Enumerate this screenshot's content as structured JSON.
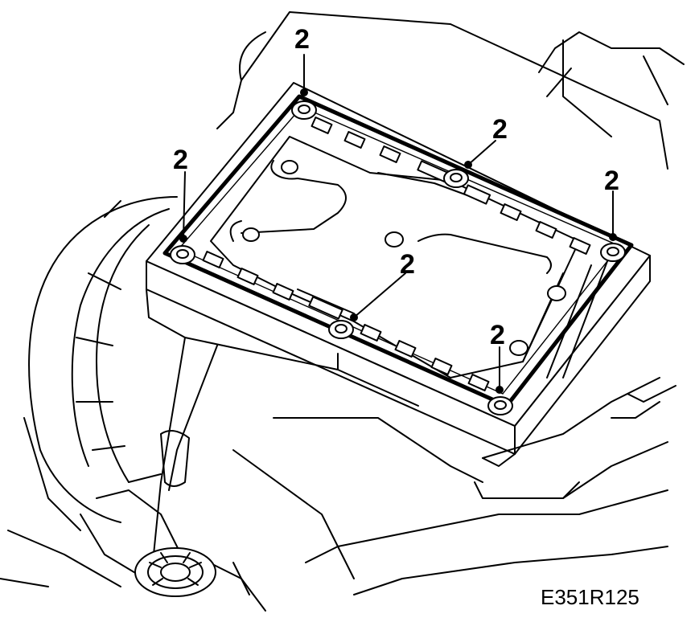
{
  "figure": {
    "reference_code": "E351R125"
  },
  "callouts": [
    {
      "label": "2"
    },
    {
      "label": "2"
    },
    {
      "label": "2"
    },
    {
      "label": "2"
    },
    {
      "label": "2"
    },
    {
      "label": "2"
    }
  ]
}
